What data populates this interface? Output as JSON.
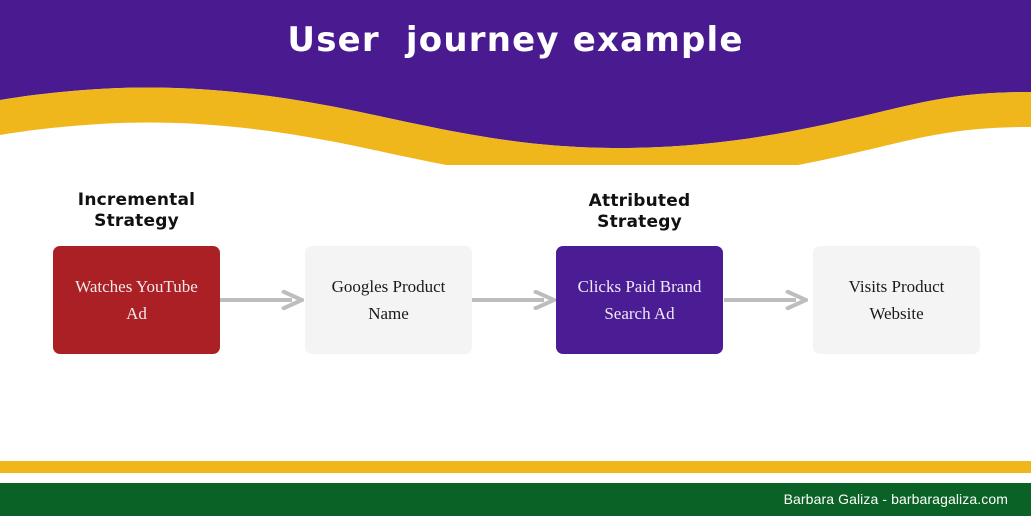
{
  "header": {
    "title": "User  journey example",
    "background_color": "#4A1A90",
    "wave_color": "#F0B71C",
    "title_color": "#FFFFFF"
  },
  "flow": {
    "groups": [
      {
        "id": "incremental",
        "label": "Incremental\nStrategy"
      },
      {
        "id": "attributed",
        "label": "Attributed\nStrategy"
      }
    ],
    "steps": [
      {
        "id": "watches-youtube-ad",
        "text": "Watches YouTube\nAd",
        "fill_color": "#AA2025",
        "text_color": "#F2EAEA"
      },
      {
        "id": "googles-product-name",
        "text": "Googles Product\nName",
        "fill_color": "#F4F4F4",
        "text_color": "#1A1A1A"
      },
      {
        "id": "clicks-paid-brand-search-ad",
        "text": "Clicks Paid Brand\nSearch Ad",
        "fill_color": "#4B1D95",
        "text_color": "#EFEAF6"
      },
      {
        "id": "visits-product-website",
        "text": "Visits Product\nWebsite",
        "fill_color": "#F4F4F4",
        "text_color": "#1A1A1A"
      }
    ],
    "arrows": [
      {
        "id": "arrow-1",
        "icon": "arrow-right-icon",
        "color": "#BDBDBD"
      },
      {
        "id": "arrow-2",
        "icon": "arrow-right-icon",
        "color": "#BDBDBD"
      },
      {
        "id": "arrow-3",
        "icon": "arrow-right-icon",
        "color": "#BDBDBD"
      }
    ]
  },
  "footer": {
    "credit": "Barbara Galiza - barbaragaliza.com",
    "bar_yellow_color": "#F0B71C",
    "bar_green_color": "#0A6226",
    "credit_color": "#FFFFFF"
  }
}
